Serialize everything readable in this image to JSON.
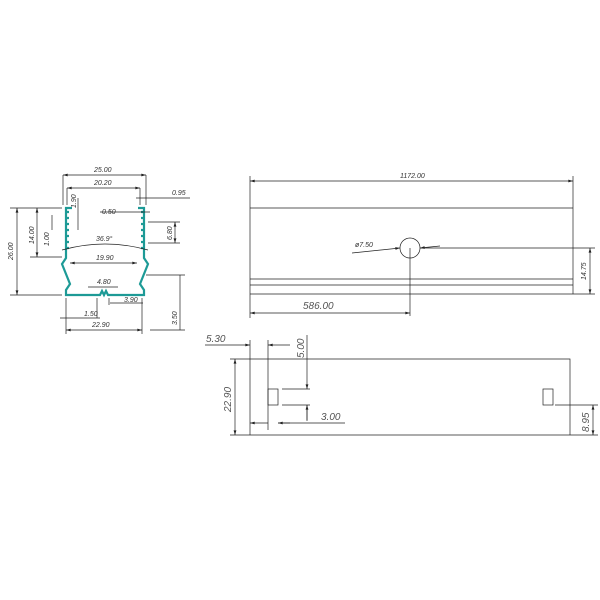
{
  "profile_view": {
    "width_outer": "25.00",
    "width_inner_top": "20.20",
    "lip": "0.95",
    "height_total": "26.00",
    "height_upper": "14.00",
    "groove_pitch": "1.00",
    "groove_depth": "1.90",
    "wall": "0.50",
    "groove_zone": "6.80",
    "diffuser_angle": "36.9°",
    "inner_width": "19.90",
    "center_slot": "4.80",
    "slot_offset": "3.90",
    "slot_width": "1.50",
    "base_width": "22.90",
    "foot_height": "3.50"
  },
  "top_view": {
    "length": "1172.00",
    "hole_diameter": "ø7.50",
    "hole_height": "14.75",
    "hole_position": "586.00"
  },
  "bottom_view": {
    "slot_offset_x": "5.30",
    "slot_length": "5.00",
    "width": "22.90",
    "slot_width": "3.00",
    "slot_offset_y": "8.95"
  }
}
